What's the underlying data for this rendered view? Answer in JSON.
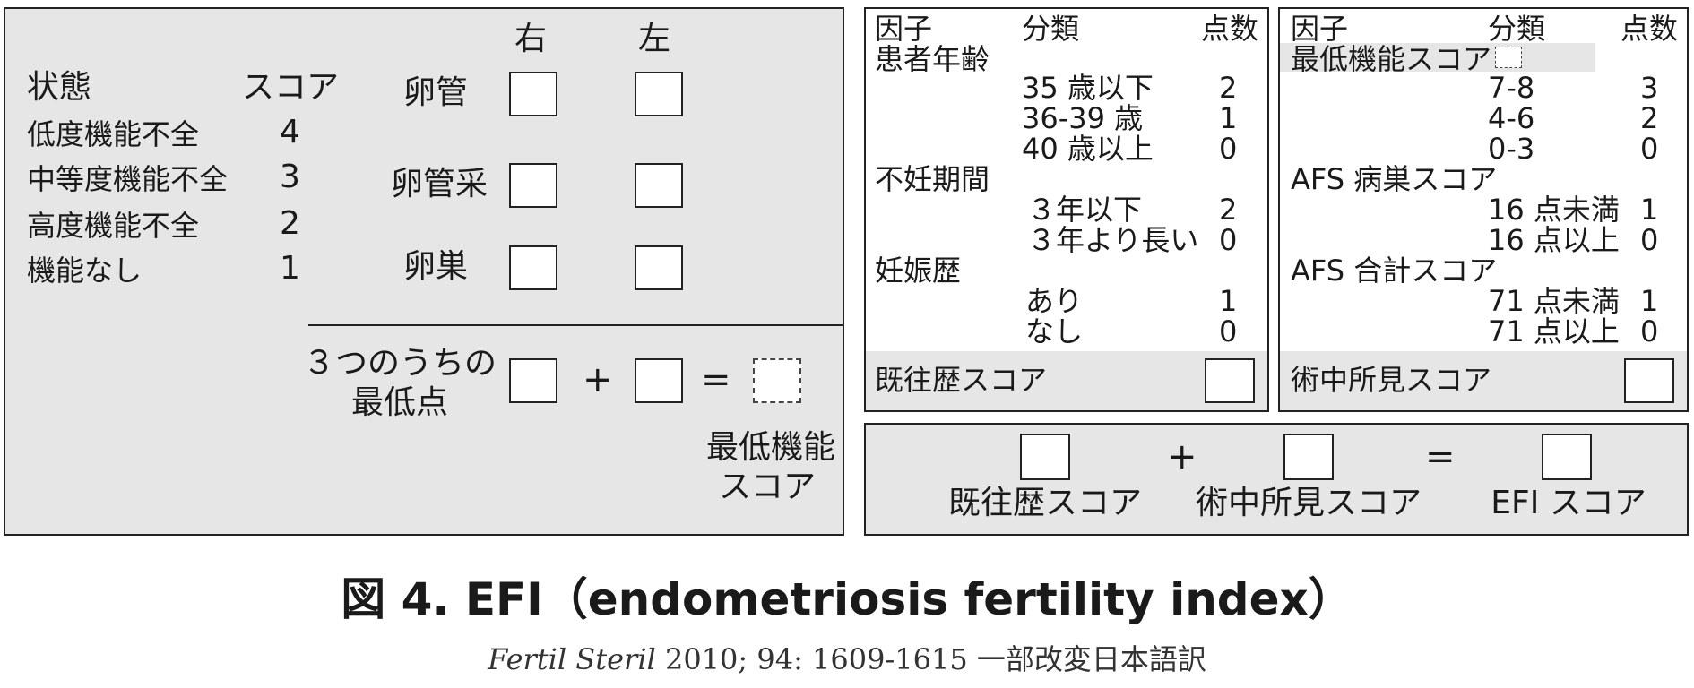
{
  "left_panel": {
    "column_right": "右",
    "column_left": "左",
    "status_header": "状態",
    "score_header": "スコア",
    "function_levels": [
      {
        "label": "低度機能不全",
        "score": "4"
      },
      {
        "label": "中等度機能不全",
        "score": "3"
      },
      {
        "label": "高度機能不全",
        "score": "2"
      },
      {
        "label": "機能なし",
        "score": "1"
      }
    ],
    "organs": [
      "卵管",
      "卵管采",
      "卵巣"
    ],
    "lowest_label_line1": "３つのうちの",
    "lowest_label_line2": "最低点",
    "plus": "+",
    "equals": "=",
    "result_label_line1": "最低機能",
    "result_label_line2": "スコア"
  },
  "history_panel": {
    "header_factor": "因子",
    "header_category": "分類",
    "header_points": "点数",
    "factors": [
      {
        "name": "患者年齢",
        "options": [
          {
            "label": "35 歳以下",
            "points": "2"
          },
          {
            "label": "36-39 歳",
            "points": "1"
          },
          {
            "label": "40 歳以上",
            "points": "0"
          }
        ]
      },
      {
        "name": "不妊期間",
        "options": [
          {
            "label": "３年以下",
            "points": "2"
          },
          {
            "label": "３年より長い",
            "points": "0"
          }
        ]
      },
      {
        "name": "妊娠歴",
        "options": [
          {
            "label": "あり",
            "points": "1"
          },
          {
            "label": "なし",
            "points": "0"
          }
        ]
      }
    ],
    "footer_label": "既往歴スコア"
  },
  "surgical_panel": {
    "header_factor": "因子",
    "header_category": "分類",
    "header_points": "点数",
    "factors": [
      {
        "name": "最低機能スコア",
        "options": [
          {
            "label": "7-8",
            "points": "3"
          },
          {
            "label": "4-6",
            "points": "2"
          },
          {
            "label": "0-3",
            "points": "0"
          }
        ]
      },
      {
        "name": "AFS 病巣スコア",
        "options": [
          {
            "label": "16 点未満",
            "points": "1"
          },
          {
            "label": "16 点以上",
            "points": "0"
          }
        ]
      },
      {
        "name": "AFS 合計スコア",
        "options": [
          {
            "label": "71 点未満",
            "points": "1"
          },
          {
            "label": "71 点以上",
            "points": "0"
          }
        ]
      }
    ],
    "footer_label": "術中所見スコア"
  },
  "total_panel": {
    "history_label": "既往歴スコア",
    "surgical_label": "術中所見スコア",
    "efi_label": "EFI スコア",
    "plus": "+",
    "equals": "="
  },
  "caption": {
    "title": "図 4.  EFI（endometriosis fertility index）",
    "source_journal": "Fertil Steril",
    "source_rest": " 2010; 94: 1609-1615 一部改変日本語訳"
  }
}
